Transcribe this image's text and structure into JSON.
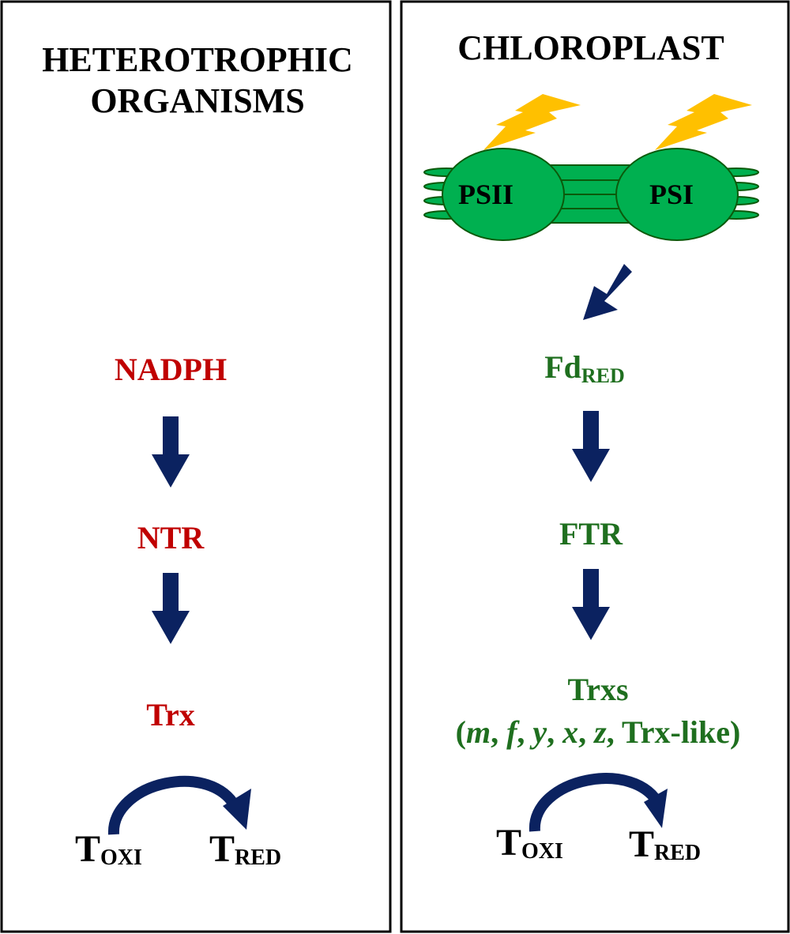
{
  "left_panel": {
    "title_line1": "HETEROTROPHIC",
    "title_line2": "ORGANISMS",
    "steps": [
      "NADPH",
      "NTR",
      "Trx"
    ],
    "target_oxidized": {
      "base": "T",
      "sub": "OXI"
    },
    "target_reduced": {
      "base": "T",
      "sub": "RED"
    }
  },
  "right_panel": {
    "title": "CHLOROPLAST",
    "photosystem_2": "PSII",
    "photosystem_1": "PSI",
    "fd": {
      "base": "Fd",
      "sub": "RED"
    },
    "ftr": "FTR",
    "trxs": "Trxs",
    "trx_types": {
      "open": "(",
      "m": "m",
      "f": "f",
      "y": "y",
      "x": "x",
      "z": "z",
      "sep": ", ",
      "like": "Trx-like)"
    },
    "target_oxidized": {
      "base": "T",
      "sub": "OXI"
    },
    "target_reduced": {
      "base": "T",
      "sub": "RED"
    }
  },
  "colors": {
    "heterotrophic_text": "#c00000",
    "chloroplast_text": "#1f6f1f",
    "arrow": "#0b2260",
    "thylakoid_fill": "#00b050",
    "thylakoid_stroke": "#0b5a0b",
    "light": "#ffc000"
  }
}
